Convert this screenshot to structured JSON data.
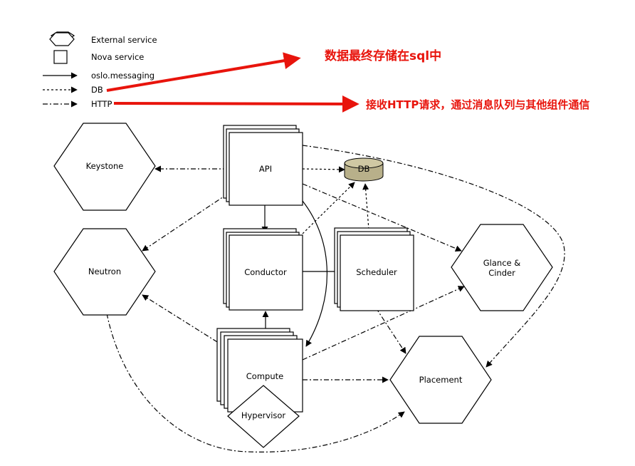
{
  "legend": {
    "external_service": "External service",
    "nova_service": "Nova service",
    "messaging": "oslo.messaging",
    "db": "DB",
    "http": "HTTP"
  },
  "annotations": {
    "db_note": "数据最终存储在sql中",
    "http_note": "接收HTTP请求，通过消息队列与其他组件通信",
    "color": "#e8140c"
  },
  "nodes": {
    "keystone": "Keystone",
    "neutron": "Neutron",
    "api": "API",
    "db": "DB",
    "conductor": "Conductor",
    "scheduler": "Scheduler",
    "glance_cinder_1": "Glance &",
    "glance_cinder_2": "Cinder",
    "compute": "Compute",
    "hypervisor": "Hypervisor",
    "placement": "Placement"
  },
  "colors": {
    "db_cylinder": "#b8b08a",
    "line": "#000000"
  }
}
